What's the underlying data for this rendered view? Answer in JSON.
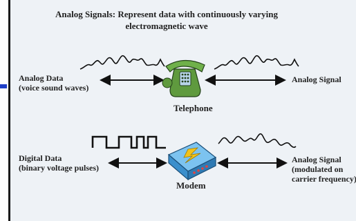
{
  "title": "Analog Signals: Represent data with continuously varying electromagnetic wave",
  "row1": {
    "left_label_1": "Analog Data",
    "left_label_2": "(voice sound waves)",
    "device_label": "Telephone",
    "right_label": "Analog Signal",
    "device_icon": "telephone-icon"
  },
  "row2": {
    "left_label_1": "Digital Data",
    "left_label_2": "(binary voltage pulses)",
    "device_label": "Modem",
    "right_label_1": "Analog Signal",
    "right_label_2": "(modulated on",
    "right_label_3": "carrier frequency)",
    "device_icon": "modem-icon"
  },
  "colors": {
    "panel": "#eef2f6",
    "marker": "#1f3fc8",
    "phone_green": "#5f9a3e",
    "modem_blue": "#4aa6e6",
    "lightning": "#f2c21b"
  }
}
